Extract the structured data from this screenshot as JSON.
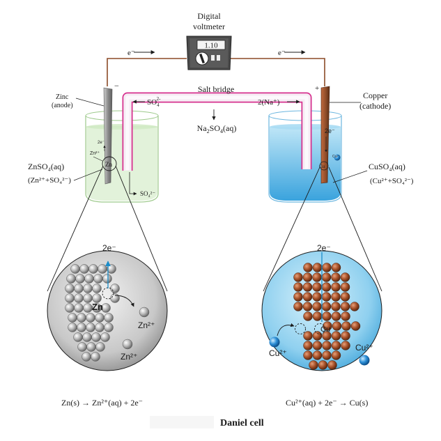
{
  "meter": {
    "title_line1": "Digital",
    "title_line2": "voltmeter",
    "reading": "1.10"
  },
  "wire": {
    "electron_left": "e⁻",
    "electron_right": "e⁻"
  },
  "salt_bridge": {
    "label": "Salt bridge",
    "left_ion_base": "SO",
    "left_ion_sub": "4",
    "left_ion_sup": "2-",
    "right_ion": "2(Na⁺)",
    "solution_prefix": "Na",
    "solution_sub1": "2",
    "solution_mid": "SO",
    "solution_sub2": "4",
    "solution_suffix": "(aq)"
  },
  "anode": {
    "sign": "−",
    "label_line1": "Zinc",
    "label_line2": "(anode)",
    "solution_line1": "ZnSO₄(aq)",
    "solution_line2": "(Zn²⁺+SO₄²⁻)",
    "tiny_e": "2e⁻",
    "tiny_zn": "Zn²⁺",
    "circle_label": "Zn",
    "drift_ion": "SO₄²⁻"
  },
  "cathode": {
    "sign": "+",
    "label_line1": "Copper",
    "label_line2": "(cathode)",
    "solution_line1": "CuSO₄(aq)",
    "solution_line2": "(Cu²⁺+SO₄²⁻)",
    "tiny_e": "2e⁻",
    "tiny_cu_ion": "Cu²⁺",
    "circle_label": "Cu"
  },
  "zoom_left": {
    "electron": "2e⁻",
    "atom_label": "Zn",
    "ion1": "Zn²⁺",
    "ion2": "Zn²⁺"
  },
  "zoom_right": {
    "electron": "2e⁻",
    "atom_label": "Cu",
    "ion1": "Cu²⁺",
    "ion2": "Cu²⁺"
  },
  "equations": {
    "left": "Zn(s) → Zn²⁺(aq) + 2e⁻",
    "right": "Cu²⁺(aq) + 2e⁻ → Cu(s)"
  },
  "caption": "Daniel cell",
  "colors": {
    "wire": "#8b4a26",
    "zinc": "#9b9b9b",
    "copper": "#8a4a28",
    "zinc_solution": "#e2f2da",
    "copper_solution": "#5fb8e6",
    "salt_bridge_edge": "#d6308e",
    "caption": "#e0157a",
    "arrow_blue": "#1a8cc9"
  }
}
